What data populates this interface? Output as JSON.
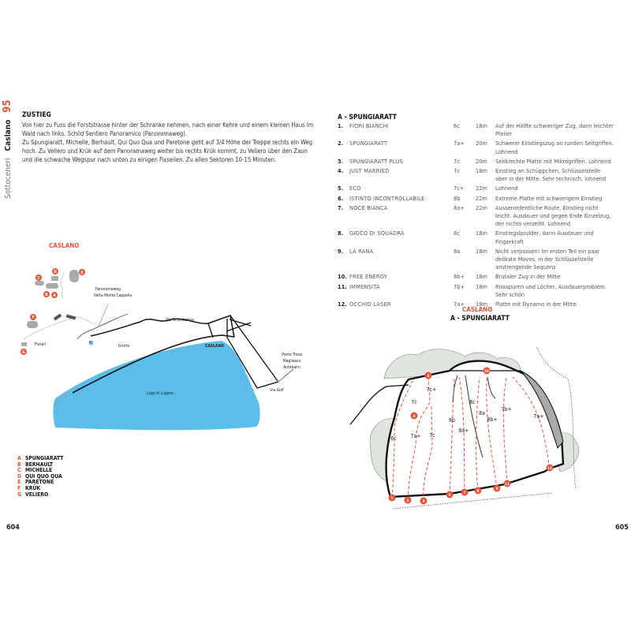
{
  "left_page": {
    "running_head": {
      "region": "Sottoceneri",
      "area": "Caslano",
      "sector_number": "95"
    },
    "approach": {
      "heading": "ZUSTIEG",
      "text": "Von hier zu Fuss die Forststrasse hinter der Schranke nehmen, nach einer Kehre und einem kleinen Haus im Wald nach links. Schild Sentiero Panoramico (Panoramaweg).",
      "text2": "Zu Spungiaratt, Michelle, Berhault, Qui Quo Qua und Paretone geht auf 3/4 Höhe der Treppe rechts ein Weg hoch. Zu Veliero und Krük auf dem Panoramaweg weiter bis rechts Krük kommt, zu Veliero über den Zaun und die schwache Wegspur nach unten zu einigen Fixseilen. Zu allen Sektoren 10-15 Minuten."
    },
    "map": {
      "title": "CASLANO",
      "labels": {
        "panoramaweg": "Panoramaweg",
        "vetta": "Vetta Monte Cappella",
        "stromadone": "Via Stromadone",
        "grotto": "Grotto",
        "caslano": "CASLANO",
        "fixseil": "Fixseil",
        "lake": "Lago di Lugano",
        "ponte": "Ponte Tresa",
        "magliasco": "Magliasco",
        "autobahn": "Autobahn",
        "golf": "Via Golf",
        "parking": "P"
      },
      "markers": [
        "A",
        "B",
        "C",
        "D",
        "E",
        "F",
        "G"
      ]
    },
    "legend": [
      {
        "key": "A",
        "name": "SPUNGIARATT"
      },
      {
        "key": "B",
        "name": "BERHAULT"
      },
      {
        "key": "C",
        "name": "MICHELLE"
      },
      {
        "key": "D",
        "name": "QUI QUO QUA"
      },
      {
        "key": "E",
        "name": "PARETONE"
      },
      {
        "key": "F",
        "name": "KRÜK"
      },
      {
        "key": "G",
        "name": "VELIERO"
      }
    ],
    "page_number": "604"
  },
  "right_page": {
    "sector_title": "A - SPUNGIARATT",
    "routes": [
      {
        "num": "1.",
        "name": "FIORI BIANCHI",
        "grade": "6c",
        "length": "18m",
        "desc": "Auf der Hälfte schwieriger Zug, dann leichter Pfeiler"
      },
      {
        "num": "2.",
        "name": "SPUNGIARATT",
        "grade": "7a+",
        "length": "20m",
        "desc": "Schwerer Einstiegszug an runden Seitgriffen. Lohnend"
      },
      {
        "num": "3.",
        "name": "SPUNGIARATT PLUS",
        "grade": "7c",
        "length": "20m",
        "desc": "Senkrechte Platte mit Mikrogriffen. Lohnend"
      },
      {
        "num": "4.",
        "name": "JUST MARRIED",
        "grade": "7c",
        "length": "18m",
        "desc": "Einstieg an Schüppchen, Schlüsselstelle aber in der Mitte. Sehr technisch, lohnend"
      },
      {
        "num": "5.",
        "name": "ECO",
        "grade": "7c+",
        "length": "22m",
        "desc": "Lohnend"
      },
      {
        "num": "6.",
        "name": "ISTINTO INCONTROLLABILE",
        "grade": "8b",
        "length": "22m",
        "desc": "Extreme Platte mit schwierigem Einstieg"
      },
      {
        "num": "7.",
        "name": "NOCE BIANCA",
        "grade": "8a+",
        "length": "22m",
        "desc": "Ausserordentliche Route, Einstieg nicht leicht. Ausdauer und gegen Ende Einzelzug, der nichts verzeiht. Lohnend"
      },
      {
        "num": "8.",
        "name": "GIOCO DI SQUADRA",
        "grade": "8c",
        "length": "18m",
        "desc": "Einstiegsboulder, dann Ausdauer und Fingerkraft"
      },
      {
        "num": "9.",
        "name": "LA RANA",
        "grade": "8a",
        "length": "18m",
        "desc": "Nicht verpassen! Im ersten Teil ein paar delikate Moves, in der Schlüsselstelle anstrengende Sequenz"
      },
      {
        "num": "10.",
        "name": "FREE ENERGY",
        "grade": "8b+",
        "length": "18m",
        "desc": "Brutaler Zug in der Mitte"
      },
      {
        "num": "11.",
        "name": "IMMENSITÀ",
        "grade": "7b+",
        "length": "18m",
        "desc": "Rissspuren und Löcher, Ausdauerproblem. Sehr schön"
      },
      {
        "num": "12.",
        "name": "OCCHIO LASER",
        "grade": "7a+",
        "length": "18m",
        "desc": "Platte mit Dynamo in der Mitte"
      }
    ],
    "topo": {
      "area": "CASLANO",
      "sector": "A - SPUNGIARATT",
      "grades": [
        "6c",
        "7c",
        "7c+",
        "7a+",
        "7c",
        "8b",
        "8a+",
        "8c",
        "8a",
        "8b+",
        "7b+",
        "7a+"
      ],
      "markers": [
        "1",
        "2",
        "3",
        "4",
        "5",
        "6",
        "7",
        "8",
        "9",
        "10",
        "11",
        "12"
      ]
    },
    "page_number": "605"
  },
  "colors": {
    "accent": "#e2553a",
    "lake": "#5bbde9",
    "vegetation": "#dfe4df"
  }
}
